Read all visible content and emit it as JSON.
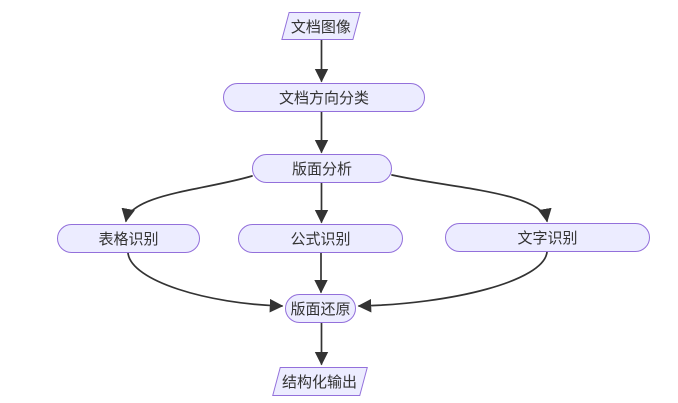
{
  "diagram": {
    "type": "flowchart",
    "direction": "top-down",
    "nodes": {
      "doc_image": {
        "label": "文档图像",
        "shape": "parallelogram"
      },
      "orientation": {
        "label": "文档方向分类",
        "shape": "stadium"
      },
      "layout_analysis": {
        "label": "版面分析",
        "shape": "stadium"
      },
      "table_recog": {
        "label": "表格识别",
        "shape": "stadium"
      },
      "formula_recog": {
        "label": "公式识别",
        "shape": "stadium"
      },
      "text_recog": {
        "label": "文字识别",
        "shape": "stadium"
      },
      "layout_restore": {
        "label": "版面还原",
        "shape": "stadium"
      },
      "structured_output": {
        "label": "结构化输出",
        "shape": "parallelogram"
      }
    },
    "edges": [
      {
        "from": "doc_image",
        "to": "orientation"
      },
      {
        "from": "orientation",
        "to": "layout_analysis"
      },
      {
        "from": "layout_analysis",
        "to": "table_recog"
      },
      {
        "from": "layout_analysis",
        "to": "formula_recog"
      },
      {
        "from": "layout_analysis",
        "to": "text_recog"
      },
      {
        "from": "table_recog",
        "to": "layout_restore"
      },
      {
        "from": "formula_recog",
        "to": "layout_restore"
      },
      {
        "from": "text_recog",
        "to": "layout_restore"
      },
      {
        "from": "layout_restore",
        "to": "structured_output"
      }
    ],
    "colors": {
      "node_fill": "#ECECFF",
      "node_border": "#9370DB",
      "edge": "#333333",
      "text": "#333333",
      "background": "#ffffff"
    }
  }
}
